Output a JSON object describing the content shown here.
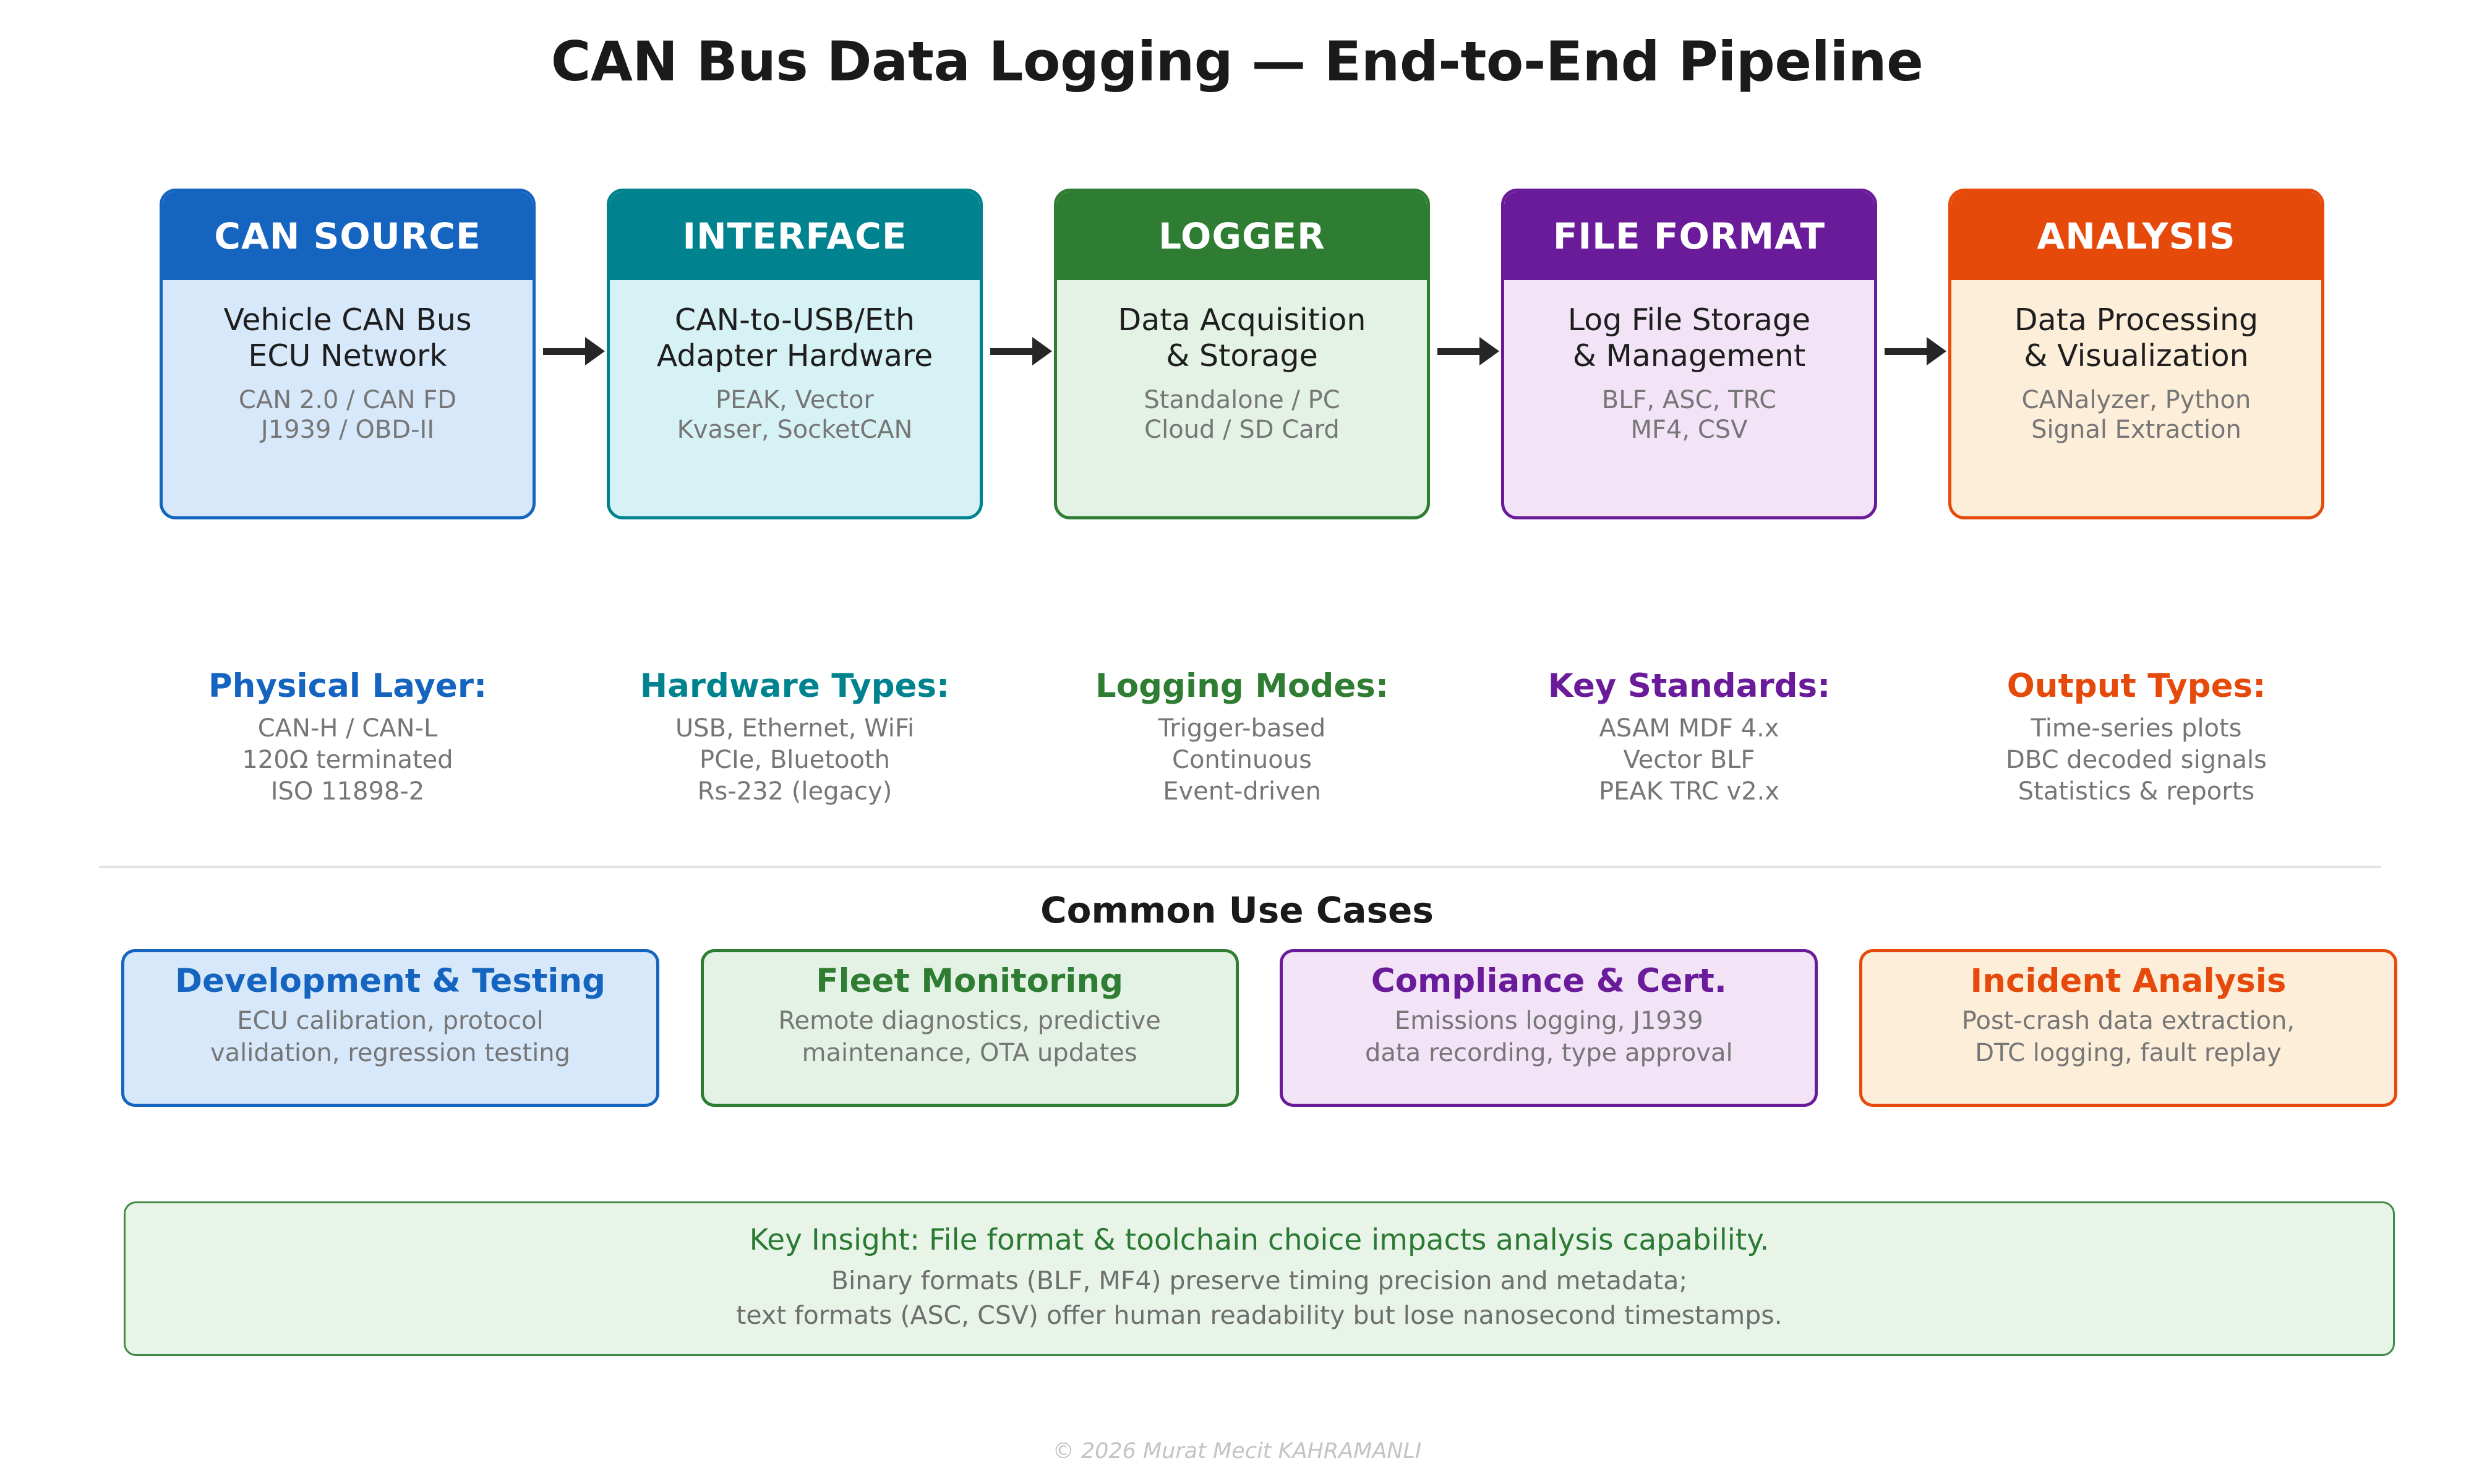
{
  "title": "CAN Bus Data Logging — End-to-End Pipeline",
  "pipeline": {
    "stages": [
      {
        "header": "CAN SOURCE",
        "main": "Vehicle CAN Bus\nECU Network",
        "sub": "CAN 2.0 / CAN FD\nJ1939 / OBD-II",
        "accent": "#1565c0",
        "fill": "#d6e8fa"
      },
      {
        "header": "INTERFACE",
        "main": "CAN-to-USB/Eth\nAdapter Hardware",
        "sub": "PEAK, Vector\nKvaser, SocketCAN",
        "accent": "#00838f",
        "fill": "#d7f2f4"
      },
      {
        "header": "LOGGER",
        "main": "Data Acquisition\n& Storage",
        "sub": "Standalone / PC\nCloud / SD Card",
        "accent": "#2e7d32",
        "fill": "#e4f1e5"
      },
      {
        "header": "FILE FORMAT",
        "main": "Log File Storage\n& Management",
        "sub": "BLF, ASC, TRC\nMF4, CSV",
        "accent": "#6a1b9a",
        "fill": "#f2e3f7"
      },
      {
        "header": "ANALYSIS",
        "main": "Data Processing\n& Visualization",
        "sub": "CANalyzer, Python\nSignal Extraction",
        "accent": "#e64a0a",
        "fill": "#fdeeda"
      }
    ]
  },
  "details": {
    "columns": [
      {
        "title": "Physical Layer:",
        "color": "#1565c0",
        "lines": "CAN-H / CAN-L\n120Ω terminated\nISO 11898-2"
      },
      {
        "title": "Hardware Types:",
        "color": "#00838f",
        "lines": "USB, Ethernet, WiFi\nPCIe, Bluetooth\nRs-232 (legacy)"
      },
      {
        "title": "Logging Modes:",
        "color": "#2e7d32",
        "lines": "Trigger-based\nContinuous\nEvent-driven"
      },
      {
        "title": "Key Standards:",
        "color": "#6a1b9a",
        "lines": "ASAM MDF 4.x\nVector BLF\nPEAK TRC v2.x"
      },
      {
        "title": "Output Types:",
        "color": "#e64a0a",
        "lines": "Time-series plots\nDBC decoded signals\nStatistics & reports"
      }
    ]
  },
  "use_cases": {
    "heading": "Common Use Cases",
    "cards": [
      {
        "title": "Development & Testing",
        "desc": "ECU calibration, protocol\nvalidation, regression testing",
        "accent": "#1565c0",
        "fill": "#d6e8fa"
      },
      {
        "title": "Fleet Monitoring",
        "desc": "Remote diagnostics, predictive\nmaintenance, OTA updates",
        "accent": "#2e7d32",
        "fill": "#e4f1e5"
      },
      {
        "title": "Compliance & Cert.",
        "desc": "Emissions logging, J1939\ndata recording, type approval",
        "accent": "#6a1b9a",
        "fill": "#f2e3f7"
      },
      {
        "title": "Incident Analysis",
        "desc": "Post-crash data extraction,\nDTC logging, fault replay",
        "accent": "#e64a0a",
        "fill": "#fdeeda"
      }
    ]
  },
  "insight": {
    "headline": "Key Insight: File format & toolchain choice impacts analysis capability.",
    "body": "Binary formats (BLF, MF4) preserve timing precision and metadata;\ntext formats (ASC, CSV) offer human readability but lose nanosecond timestamps."
  },
  "footer": "© 2026 Murat Mecit KAHRAMANLI"
}
